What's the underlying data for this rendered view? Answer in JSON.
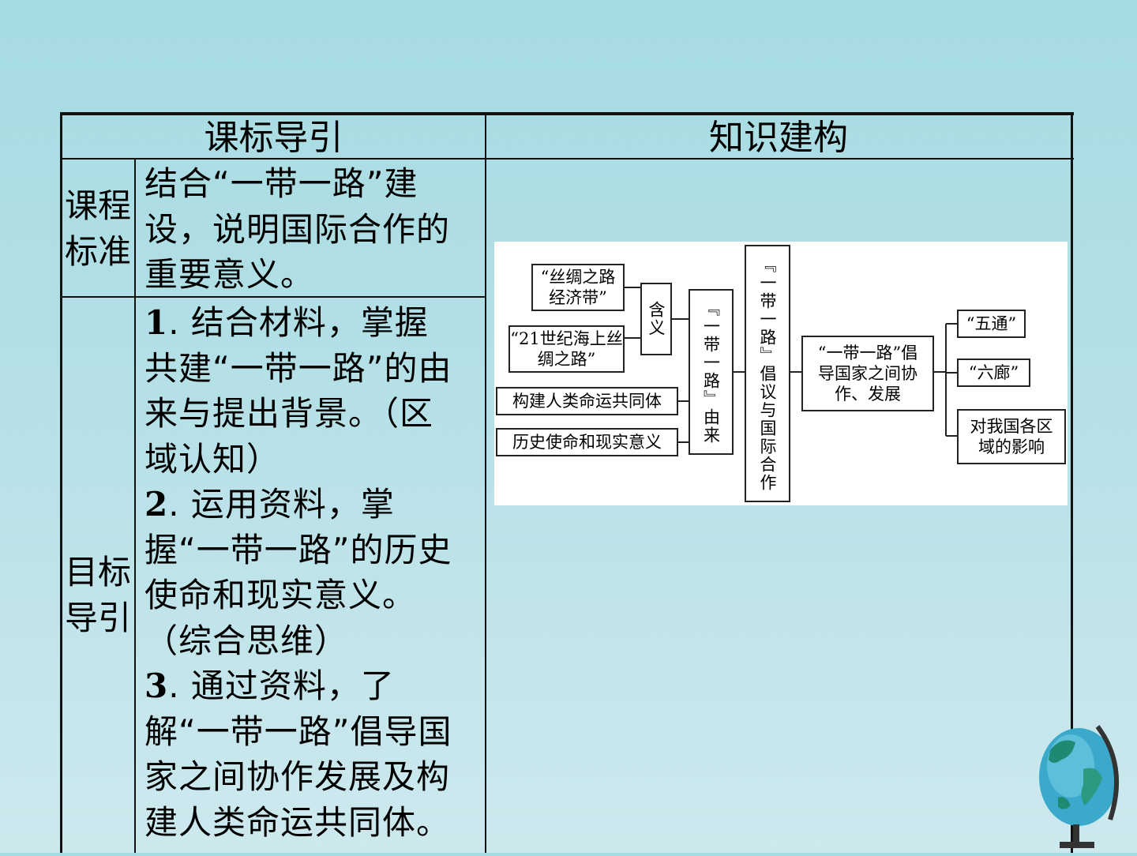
{
  "header": {
    "left_title": "课标导引",
    "right_title": "知识建构"
  },
  "rows": {
    "standard_label": "课程标准",
    "standard_text": "结合“一带一路”建设，说明国际合作的重要意义。",
    "goals_label": "目标导引",
    "goals": [
      {
        "num": "1",
        "text": ". 结合材料，掌握共建“一带一路”的由来与提出背景。（区域认知）"
      },
      {
        "num": "2",
        "text": ". 运用资料，掌握“一带一路”的历史使命和现实意义。（综合思维）"
      },
      {
        "num": "3",
        "text": ". 通过资料，了解“一带一路”倡导国家之间协作发展及构建人类命运共同体。"
      }
    ]
  },
  "diagram": {
    "silk_road_belt": "“丝绸之路经济带”",
    "maritime_silk_road": "“21世纪海上丝绸之路”",
    "meaning": "含义",
    "community": "构建人类命运共同体",
    "mission": "历史使命和现实意义",
    "origin": "『一带一路』由来",
    "initiative": "『一带一路』倡议与国际合作",
    "cooperation": "“一带一路”倡导国家之间协作、发展",
    "five_links": "“五通”",
    "six_corridors": "“六廊”",
    "regional_impact": "对我国各区域的影响"
  }
}
